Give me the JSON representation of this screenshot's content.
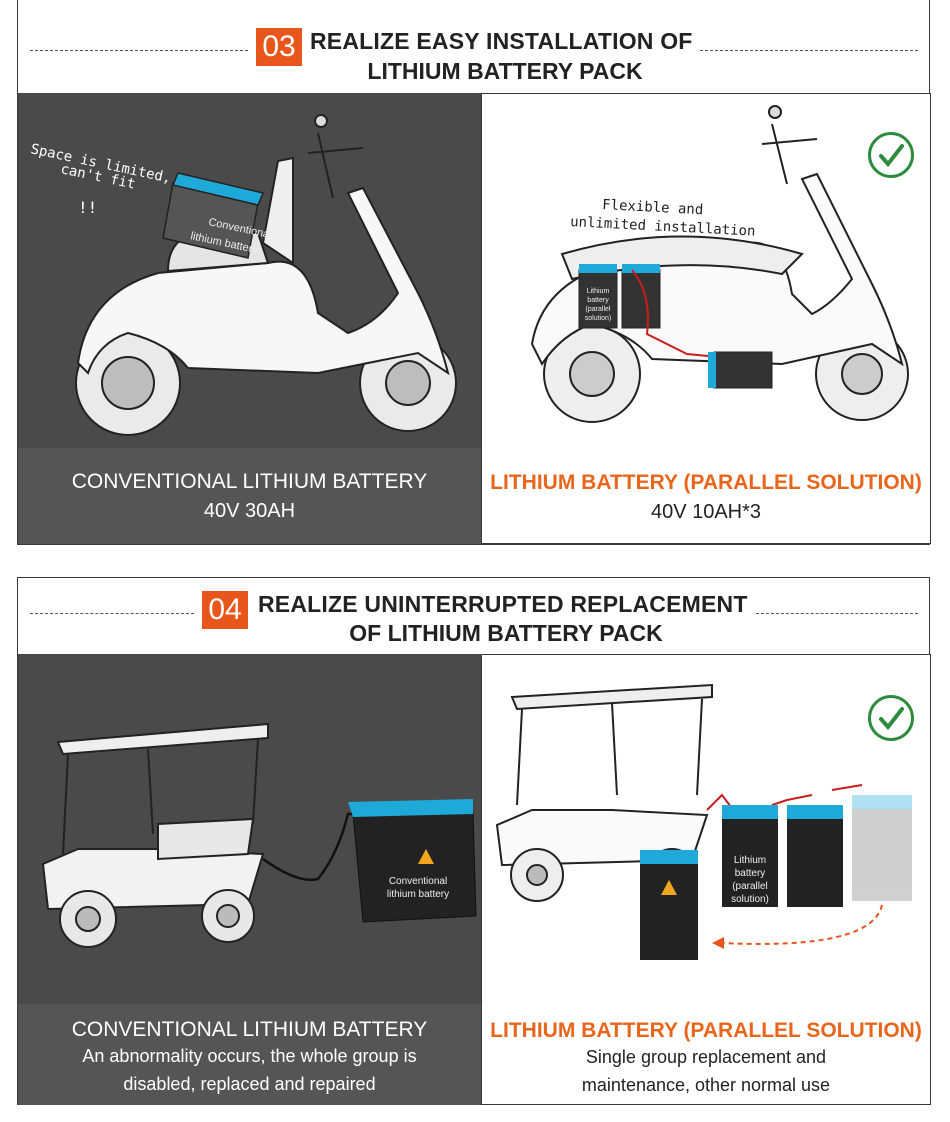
{
  "section1": {
    "badge": "03",
    "title_line1": "REALIZE EASY INSTALLATION OF",
    "title_line2": "LITHIUM BATTERY PACK",
    "left": {
      "note_line1": "Space is limited,",
      "note_line2": "can't fit",
      "note_line3": "!!",
      "battery_label_line1": "Conventional",
      "battery_label_line2": "lithium battery",
      "caption_main": "CONVENTIONAL LITHIUM BATTERY",
      "caption_sub": "40V 30AH"
    },
    "right": {
      "note_line1": "Flexible and",
      "note_line2": "unlimited installation",
      "battery_line1": "Lithium",
      "battery_line2": "battery",
      "battery_line3": "(parallel",
      "battery_line4": "solution)",
      "caption_main": "LITHIUM BATTERY (PARALLEL SOLUTION)",
      "caption_sub": "40V 10AH*3"
    }
  },
  "section2": {
    "badge": "04",
    "title_line1": "REALIZE UNINTERRUPTED REPLACEMENT",
    "title_line2": "OF LITHIUM BATTERY PACK",
    "left": {
      "battery_label_line1": "Conventional",
      "battery_label_line2": "lithium battery",
      "caption_main": "CONVENTIONAL LITHIUM BATTERY",
      "caption_sub_line1": "An abnormality occurs, the whole group is",
      "caption_sub_line2": "disabled, replaced and repaired"
    },
    "right": {
      "battery_line1": "Lithium",
      "battery_line2": "battery",
      "battery_line3": "(parallel",
      "battery_line4": "solution)",
      "caption_main": "LITHIUM BATTERY (PARALLEL SOLUTION)",
      "caption_sub_line1": "Single group replacement and",
      "caption_sub_line2": "maintenance, other normal use"
    }
  },
  "colors": {
    "accent": "#e8561c",
    "caption_orange": "#e8661c",
    "battery_blue": "#1fa9d8",
    "check_green": "#2e8b3e"
  }
}
